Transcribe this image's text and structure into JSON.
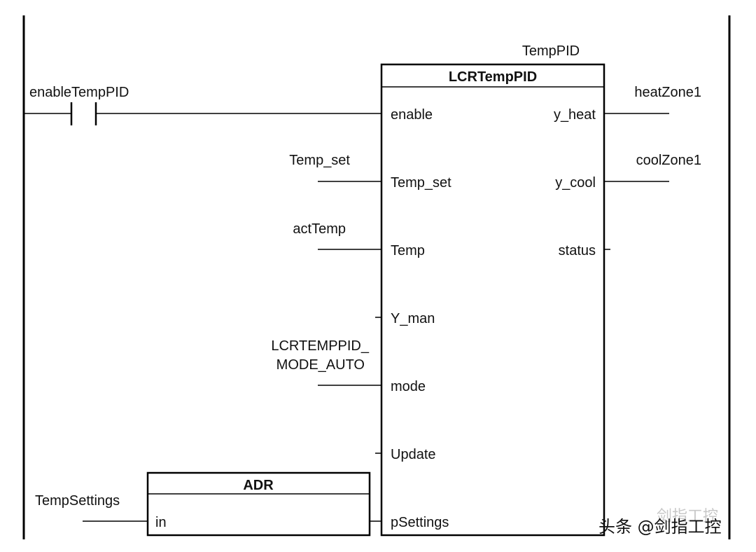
{
  "contact": {
    "variable": "enableTempPID"
  },
  "fb_main": {
    "instance": "TempPID",
    "type": "LCRTempPID",
    "inputs": [
      "enable",
      "Temp_set",
      "Temp",
      "Y_man",
      "mode",
      "Update",
      "pSettings"
    ],
    "outputs": [
      "y_heat",
      "y_cool",
      "status"
    ]
  },
  "input_vars": {
    "temp_set": "Temp_set",
    "temp": "actTemp",
    "mode_line1": "LCRTEMPPID_",
    "mode_line2": "MODE_AUTO"
  },
  "output_vars": {
    "y_heat": "heatZone1",
    "y_cool": "coolZone1"
  },
  "fb_adr": {
    "type": "ADR",
    "input": "in",
    "input_var": "TempSettings"
  },
  "watermark": {
    "faint": "剑指工控",
    "text": "头条 @剑指工控"
  }
}
